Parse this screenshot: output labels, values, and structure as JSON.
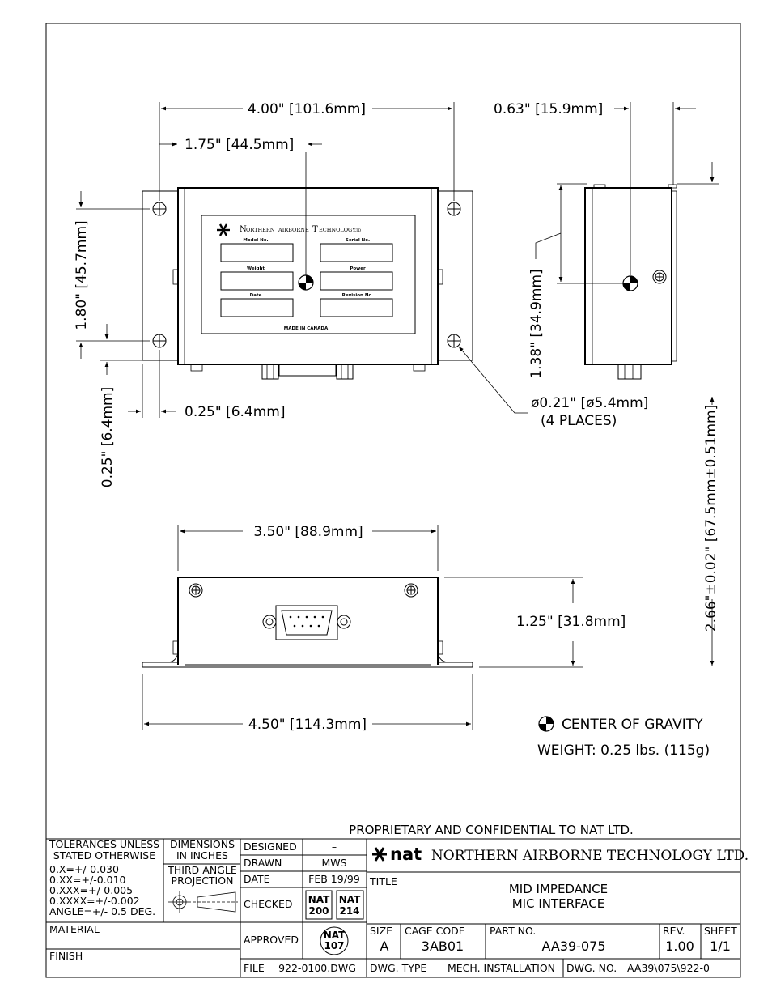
{
  "front_view": {
    "width_overall": "4.00\" [101.6mm]",
    "hole_offset_x": "1.75\" [44.5mm]",
    "hole_spacing_v": "1.80\" [45.7mm]",
    "edge_offset_v": "0.25\" [6.4mm]",
    "edge_offset_h": "0.25\" [6.4mm]",
    "hole_dia_line1": "ø0.21\" [ø5.4mm]",
    "hole_dia_line2": "(4 PLACES)"
  },
  "label_plate": {
    "brand_n": "N",
    "brand_orthern": "ORTHERN",
    "brand_airborne": "AIRBORNE",
    "brand_t": "T",
    "brand_echnology": "ECHNOLOGY",
    "brand_ltd": "LTD",
    "model_no": "Model No.",
    "serial_no": "Serial No.",
    "weight": "Weight",
    "power": "Power",
    "date": "Date",
    "revision_no": "Revision No.",
    "made_in": "MADE IN CANADA"
  },
  "side_view": {
    "offset_top": "0.63\" [15.9mm]",
    "height_dim": "1.38\" [34.9mm]",
    "overall_height": "2.66\"±0.02\" [67.5mm±0.51mm]"
  },
  "bottom_view": {
    "width_body": "3.50\" [88.9mm]",
    "height_body": "1.25\" [31.8mm]",
    "width_flange": "4.50\" [114.3mm]"
  },
  "legend": {
    "cog_label": "CENTER OF GRAVITY",
    "weight": "WEIGHT:  0.25 lbs. (115g)"
  },
  "title_block": {
    "proprietary": "PROPRIETARY AND CONFIDENTIAL TO NAT LTD.",
    "tol_line1": "TOLERANCES UNLESS",
    "tol_line2": "STATED OTHERWISE",
    "tol_x": "0.X=+/-0.030",
    "tol_xx": "0.XX=+/-0.010",
    "tol_xxx": "0.XXX=+/-0.005",
    "tol_xxxx": "0.XXXX=+/-0.002",
    "tol_angle": "ANGLE=+/- 0.5 DEG.",
    "dims_line1": "DIMENSIONS",
    "dims_line2": "IN INCHES",
    "proj_line1": "THIRD ANGLE",
    "proj_line2": "PROJECTION",
    "material": "MATERIAL",
    "finish": "FINISH",
    "designed_label": "DESIGNED",
    "designed_value": "–",
    "drawn_label": "DRAWN",
    "drawn_value": "MWS",
    "date_label": "DATE",
    "date_value": "FEB 19/99",
    "checked_label": "CHECKED",
    "check1_a": "NAT",
    "check1_b": "200",
    "check2_a": "NAT",
    "check2_b": "214",
    "approved_label": "APPROVED",
    "approved_a": "NAT",
    "approved_b": "107",
    "file_label": "FILE",
    "file_value": "922-0100.DWG",
    "logo_text": "nat",
    "company": "NORTHERN AIRBORNE TECHNOLOGY LTD.",
    "title_label": "TITLE",
    "title_line1": "MID IMPEDANCE",
    "title_line2": "MIC INTERFACE",
    "size_label": "SIZE",
    "size_value": "A",
    "cage_label": "CAGE CODE",
    "cage_value": "3AB01",
    "part_label": "PART NO.",
    "part_value": "AA39-075",
    "rev_label": "REV.",
    "rev_value": "1.00",
    "sheet_label": "SHEET",
    "sheet_value": "1/1",
    "dwgtype_label": "DWG. TYPE",
    "dwgtype_value": "MECH. INSTALLATION",
    "dwgno_label": "DWG. NO.",
    "dwgno_value": "AA39\\075\\922-0"
  }
}
